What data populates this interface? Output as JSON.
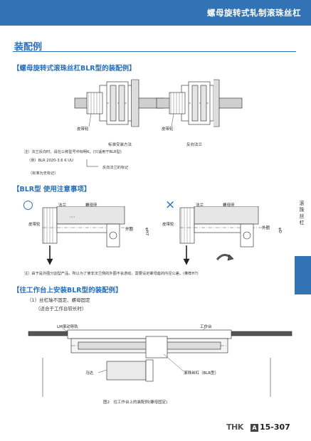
{
  "header": {
    "title": "螺母旋转式轧制滚珠丝杠"
  },
  "section": {
    "title": "装配例"
  },
  "block1": {
    "heading": "【螺母旋转式滚珠丝杠BLR型的装配例】",
    "pulley_left": "皮带轮",
    "pulley_right": "皮带轮",
    "caption_left": "标准安装方法",
    "caption_right": "反向法兰",
    "note": "注）法兰反向时，请在公称型号中标明K。(只适用于BLR型)",
    "example": "（例）BLR 2020-3.6 K UU",
    "example_arrow_label": "反向法兰的标记",
    "standard_mark": "（标准为无标记）"
  },
  "block2": {
    "heading": "【BLR型  使用注意事项】",
    "ok_mark": "○",
    "ng_mark": "×",
    "flange_left": "法兰",
    "nut_left": "螺母座",
    "pulley_left": "皮带轮",
    "outer_left": "外圈",
    "dim_left": "φH7",
    "flange_right": "法兰",
    "nut_right": "螺母座",
    "pulley_right": "皮带轮",
    "outer_right": "外圈",
    "dim_right": "φD",
    "note": "注）由于是外圈分割型产品，所以为了使非法兰侧的外圈不会游动，需要设定螺母座的内径公差。(推荐H7)"
  },
  "block3": {
    "heading": "【往工作台上安装BLR型的装配例】",
    "item1": "（1）丝杠轴不固定、螺母固定",
    "item1_sub": "（适合于工作台较长时）",
    "lm_guide": "LM滚动导轨",
    "table": "工作台",
    "motor": "马达",
    "ballscrew": "滚珠丝杠（BLR型）",
    "caption": "图2　往工作台上的装配例(螺母固定)"
  },
  "side": {
    "label": "滚珠丝杠"
  },
  "footer": {
    "brand": "THK",
    "box": "A",
    "page": "15-307"
  },
  "colors": {
    "accent": "#3173b5",
    "heading": "#2a6fb8"
  }
}
